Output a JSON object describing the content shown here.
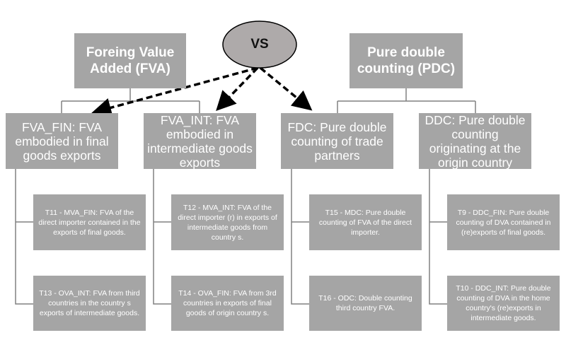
{
  "diagram": {
    "center_node": {
      "label": "VS"
    },
    "top_nodes": [
      {
        "label": "Foreing Value Added (FVA)"
      },
      {
        "label": "Pure double counting (PDC)"
      }
    ],
    "mid_nodes": [
      {
        "label": "FVA_FIN: FVA embodied in final goods exports"
      },
      {
        "label": "FVA_INT: FVA embodied in intermediate goods exports"
      },
      {
        "label": "FDC: Pure double counting of trade partners"
      },
      {
        "label": "DDC: Pure double counting originating at the origin country"
      }
    ],
    "leaf_nodes": [
      {
        "label": "T11 - MVA_FIN: FVA of the direct importer contained in the exports of final goods."
      },
      {
        "label": "T12 - MVA_INT: FVA of the direct importer (r) in exports of intermediate goods from country s."
      },
      {
        "label": "T15 - MDC: Pure double counting of FVA of the direct importer."
      },
      {
        "label": "T9 - DDC_FIN: Pure double counting of DVA contained in (re)exports of final goods."
      },
      {
        "label": "T13 - OVA_INT: FVA from third countries in the country s exports of intermediate goods."
      },
      {
        "label": "T14 - OVA_FIN: FVA from 3rd countries in exports of final goods of origin country s."
      },
      {
        "label": "T16 - ODC: Double counting third country FVA."
      },
      {
        "label": "T10 - DDC_INT: Pure double counting of DVA in the home country's (re)exports in intermediate goods."
      }
    ],
    "colors": {
      "box_fill": "#a5a5a5",
      "ellipse_fill": "#aeaaaa",
      "connector": "#808080",
      "arrow": "#000000"
    }
  }
}
